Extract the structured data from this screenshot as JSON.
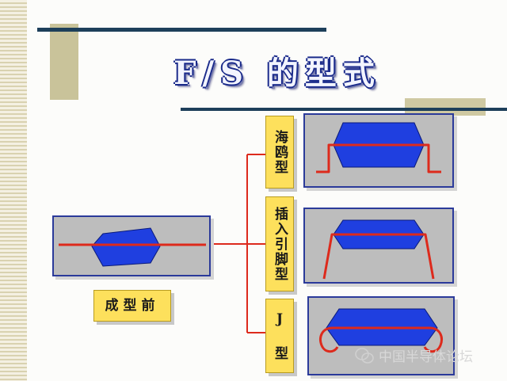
{
  "title": "F/S 的型式",
  "before_label": "成型前",
  "types": [
    {
      "id": "gull-wing",
      "label": "海鸥型"
    },
    {
      "id": "through-hole",
      "label": "插入引脚型"
    },
    {
      "id": "j-lead",
      "label": "J 型"
    }
  ],
  "watermark": "中国半导体论坛",
  "colors": {
    "package_body": "#1f3fe0",
    "lead": "#dd2a1c",
    "panel_border": "#2b3a9a",
    "label_fill": "#fde05c",
    "rule": "#1d3f5a"
  }
}
